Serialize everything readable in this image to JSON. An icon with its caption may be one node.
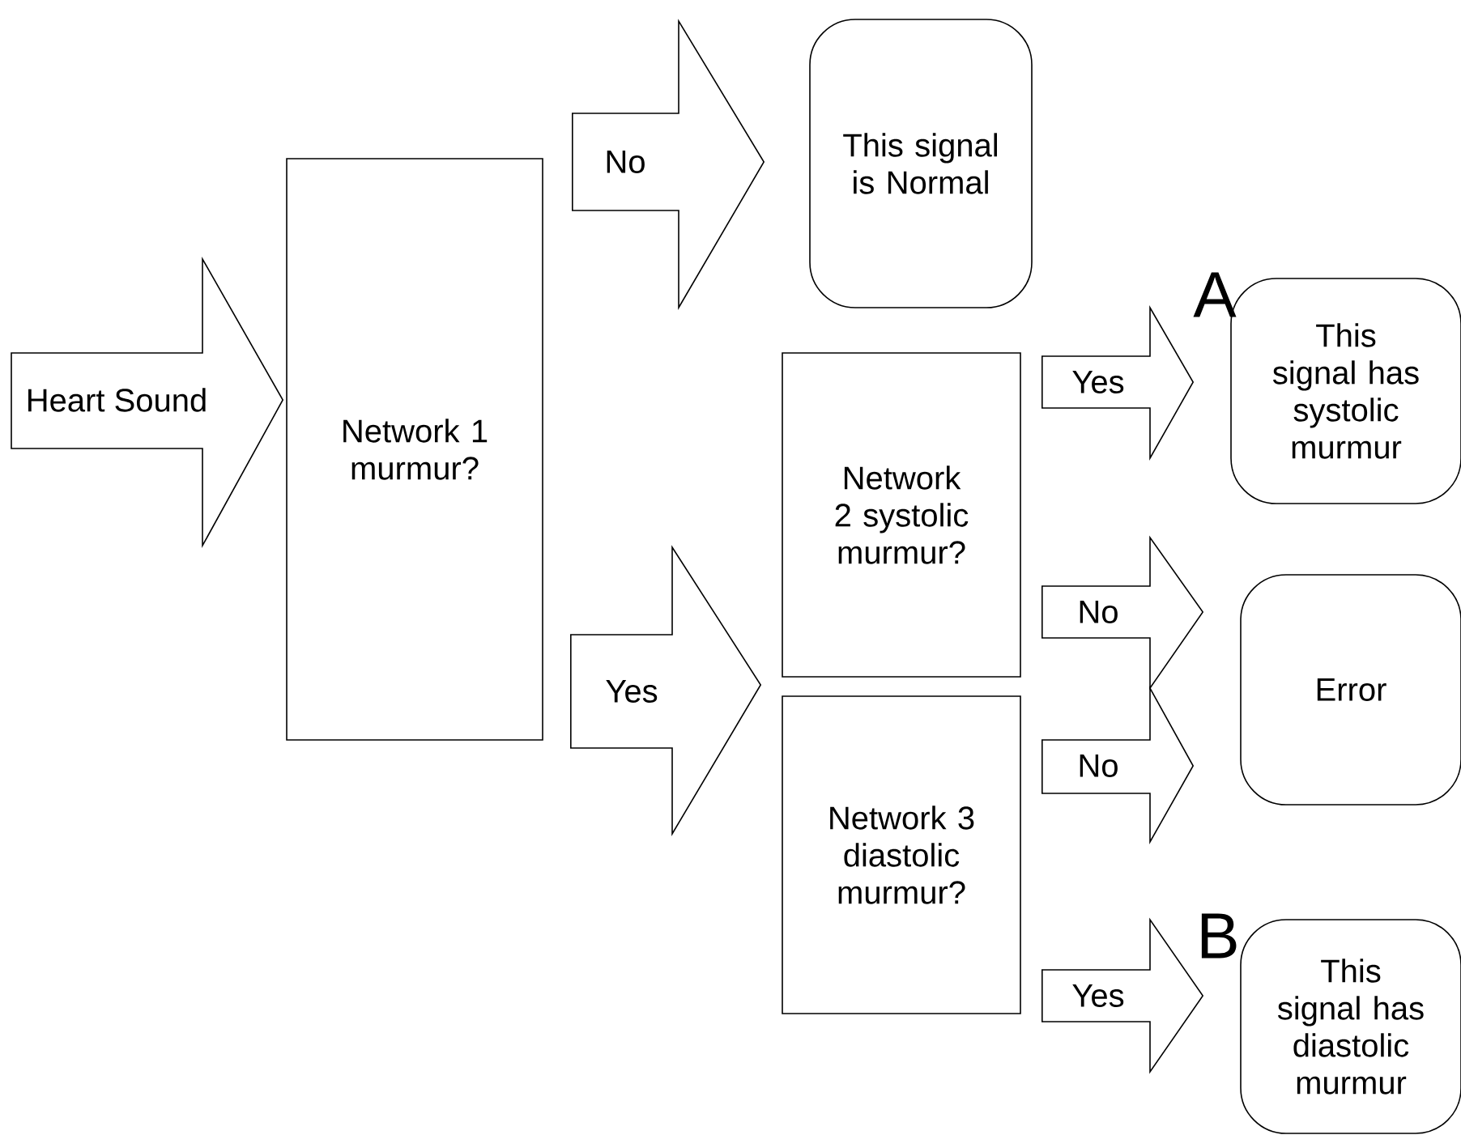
{
  "diagram": {
    "nodes": [
      {
        "text": [
          "Network 1 murmur?"
        ]
      },
      {
        "text": [
          "This signal is Normal"
        ]
      },
      {
        "text": [
          "Network 2 systolic murmur?"
        ]
      },
      {
        "text": [
          "Network 3 diastolic murmur?"
        ]
      },
      {
        "text": [
          "This signal has systolic murmur"
        ],
        "beside": [
          "A"
        ]
      },
      {
        "text": [
          "Error"
        ]
      },
      {
        "text": [
          "This signal has diastolic murmur"
        ],
        "beside": [
          "B"
        ]
      }
    ],
    "edges": [
      {
        "from": null,
        "to": 0,
        "arrow": "to",
        "label": "Heart Sound"
      },
      {
        "from": 0,
        "to": 1,
        "arrow": "to",
        "label": "No"
      },
      {
        "from": 0,
        "to": 2,
        "arrow": "to",
        "label": "Yes"
      },
      {
        "from": 0,
        "to": 3,
        "arrow": "to"
      },
      {
        "from": 2,
        "to": 4,
        "arrow": "to",
        "label": "Yes"
      },
      {
        "from": 2,
        "to": 5,
        "arrow": "to",
        "label": "No"
      },
      {
        "from": 3,
        "to": 5,
        "arrow": "to",
        "label": "No"
      },
      {
        "from": 3,
        "to": 6,
        "arrow": "to",
        "label": "Yes"
      }
    ]
  }
}
